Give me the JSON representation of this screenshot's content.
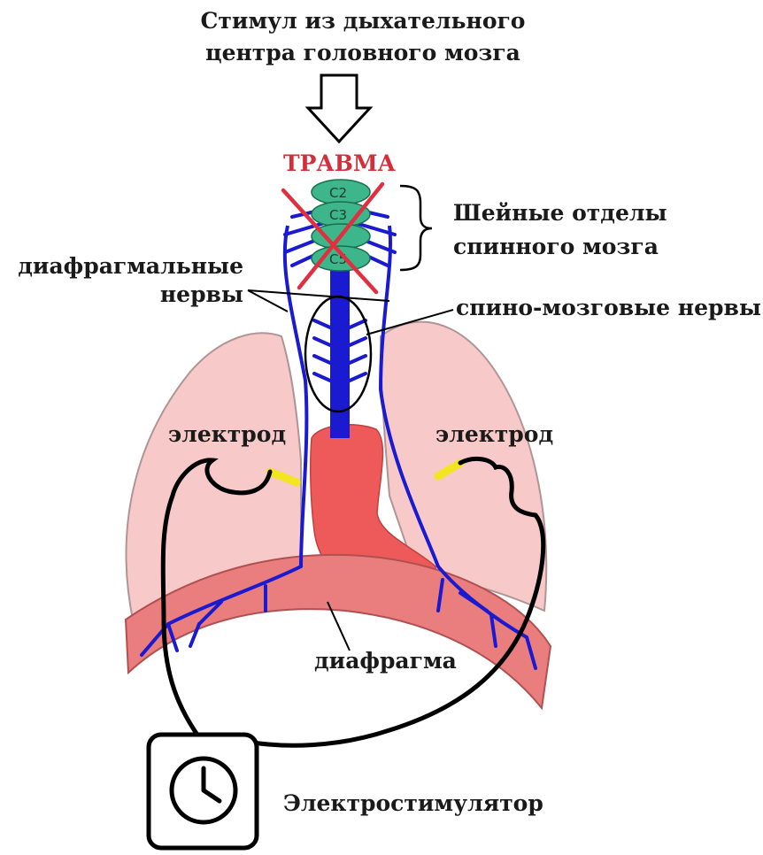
{
  "labels": {
    "stimulus_line1": "Стимул из дыхательного",
    "stimulus_line2": "центра головного мозга",
    "trauma": "ТРАВМА",
    "cervical_line1": "Шейные отделы",
    "cervical_line2": "спинного мозга",
    "phrenic_line1": "диафрагмальные",
    "phrenic_line2": "нервы",
    "spinal_nerves": "спино-мозговые нервы",
    "electrode_left": "электрод",
    "electrode_right": "электрод",
    "diaphragm": "диафрагма",
    "stimulator": "Электростимулятор"
  },
  "vertebrae": [
    "C2",
    "C3",
    "C5"
  ],
  "colors": {
    "lung": "#f7c9c9",
    "lung_outline": "#b09595",
    "heart": "#ee5a5a",
    "diaphragm": "#ea7d7d",
    "nerve": "#1a1ad0",
    "vertebra": "#3cb68a",
    "cross": "#e03040",
    "electrode": "#f2e620",
    "wire": "#000000"
  }
}
